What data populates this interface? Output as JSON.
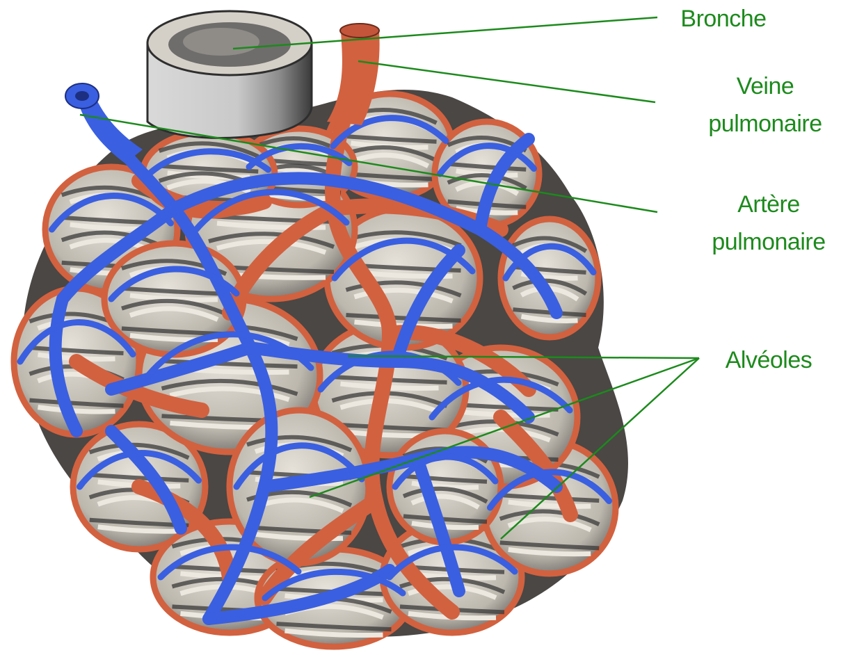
{
  "labels": {
    "bronche": "Bronche",
    "veine_line1": "Veine",
    "veine_line2": "pulmonaire",
    "artere_line1": "Artère",
    "artere_line2": "pulmonaire",
    "alveoles": "Alvéoles"
  },
  "colors": {
    "label_green": "#1c8a1c",
    "vein_red": "#d2613f",
    "artery_blue": "#3a5fe0",
    "alveoli_grey": "#d8d4cc",
    "shadow_dark": "#3a3a3a",
    "bronchus_grey": "#cfcfcf"
  }
}
